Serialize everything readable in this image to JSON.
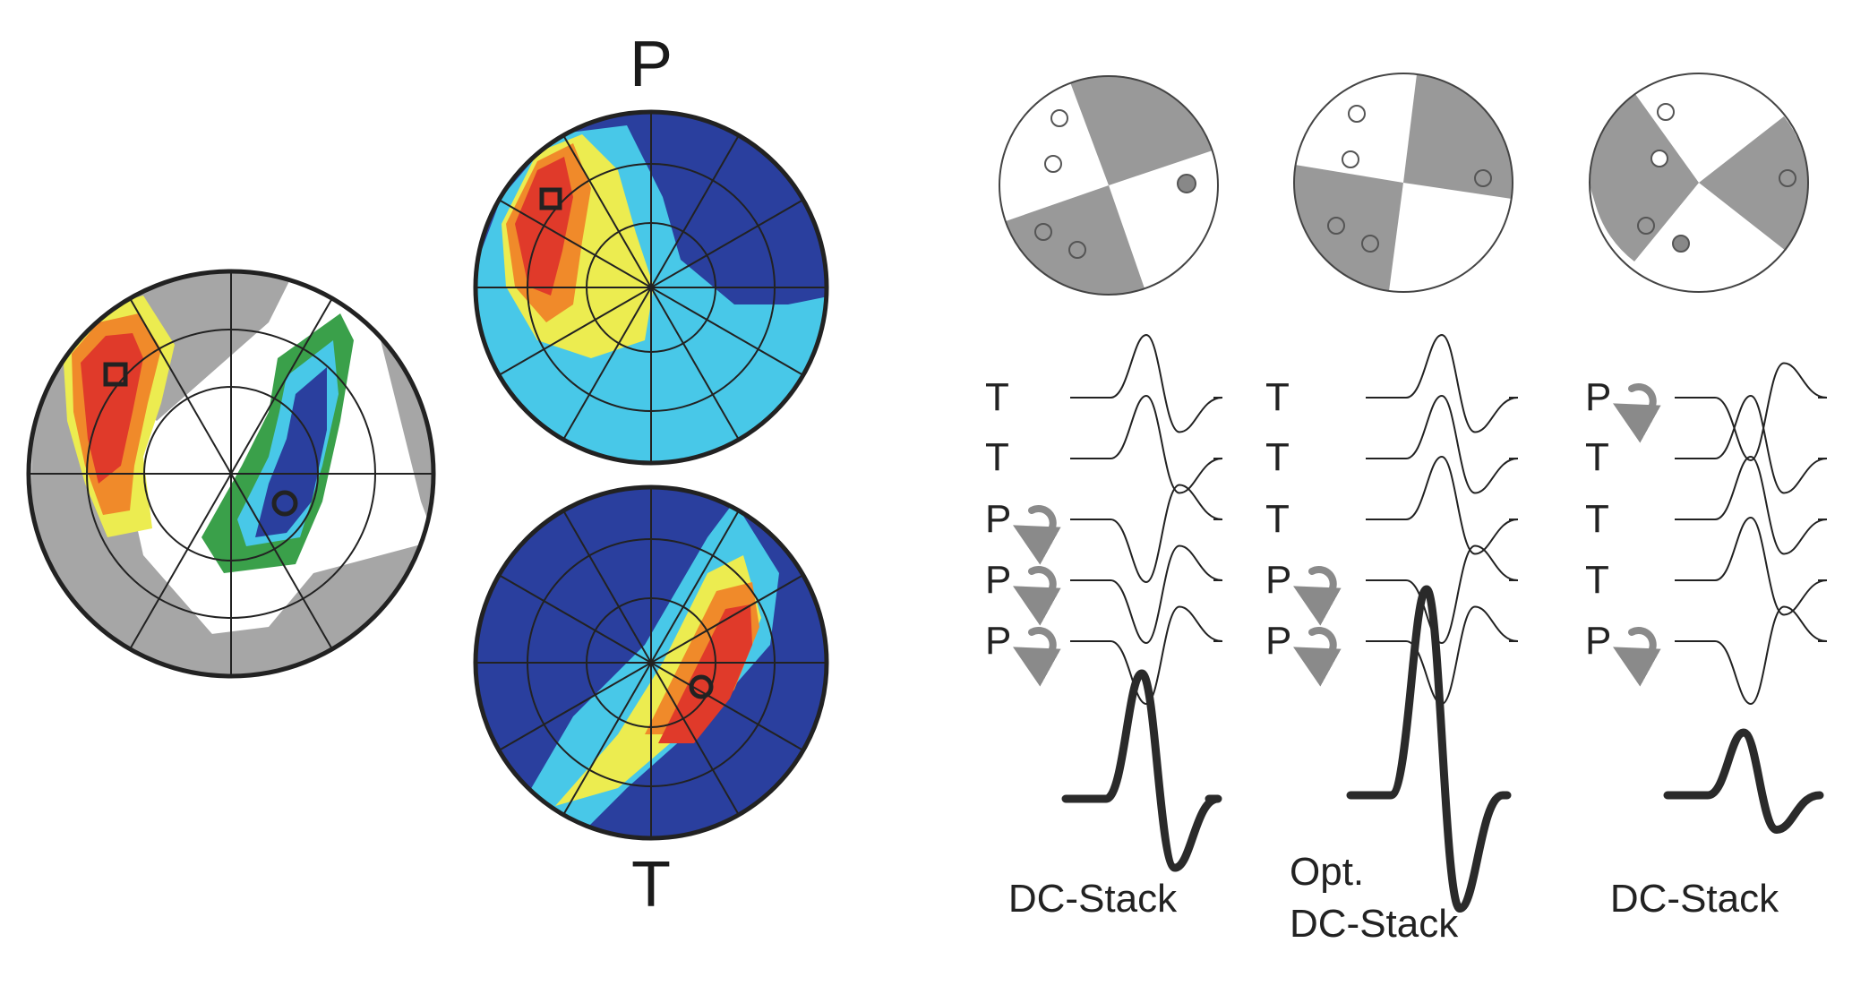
{
  "left_panel": {
    "p_label": "P",
    "t_label": "T"
  },
  "right_panel": {
    "columns": [
      {
        "trace_labels": [
          "T",
          "T",
          "P",
          "P",
          "P"
        ],
        "rotated": [
          false,
          false,
          true,
          true,
          true
        ],
        "caption": [
          "DC-Stack"
        ]
      },
      {
        "trace_labels": [
          "T",
          "T",
          "T",
          "P",
          "P"
        ],
        "rotated": [
          false,
          false,
          false,
          true,
          true
        ],
        "caption": [
          "Opt.",
          "DC-Stack"
        ]
      },
      {
        "trace_labels": [
          "P",
          "T",
          "T",
          "T",
          "P"
        ],
        "rotated": [
          true,
          false,
          false,
          false,
          true
        ],
        "caption": [
          "DC-Stack"
        ]
      }
    ]
  },
  "colors": {
    "shade_gray": "#999999",
    "white": "#ffffff",
    "red": "#e03a2a",
    "orange": "#f08a2a",
    "yellow": "#ecec50",
    "green": "#3aa04a",
    "cyan": "#48c8e8",
    "blue": "#2a3f9e",
    "ink": "#222222"
  },
  "icons": [
    "square-marker-icon",
    "circle-marker-icon",
    "rotate-arrow-icon"
  ]
}
